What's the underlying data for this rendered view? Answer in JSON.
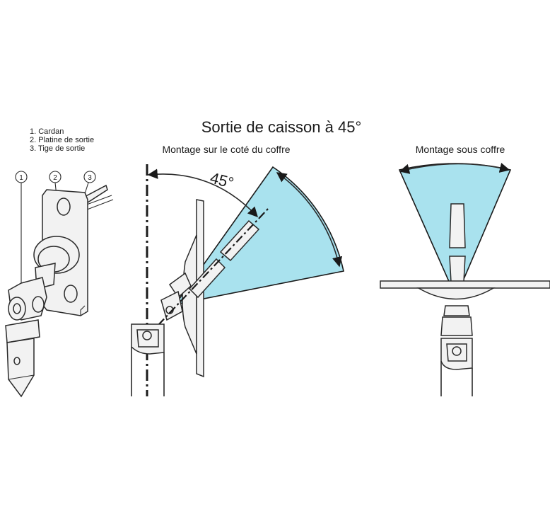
{
  "title": "Sortie de caisson à 45°",
  "legend": {
    "items": [
      "1. Cardan",
      "2. Platine de sortie",
      "3. Tige de sortie"
    ]
  },
  "callouts": [
    "1",
    "2",
    "3"
  ],
  "side_view": {
    "label": "Montage sur le coté du coffre",
    "angle": "45°"
  },
  "under_view": {
    "label": "Montage sous coffre"
  },
  "colors": {
    "sector_fill": "#a9e2ee",
    "line": "#2a2a2a",
    "background": "#ffffff"
  }
}
